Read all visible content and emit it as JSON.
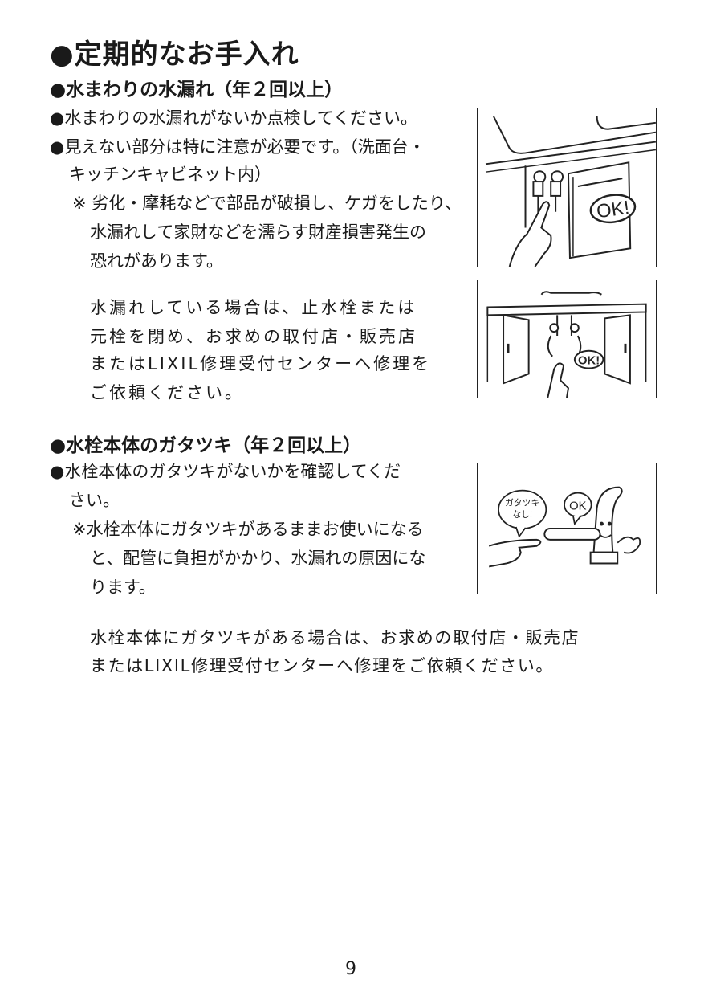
{
  "title": "●定期的なお手入れ",
  "section1": {
    "heading": "●水まわりの水漏れ（年２回以上）",
    "lines": [
      "●水まわりの水漏れがないか点検してください。",
      "●見えない部分は特に注意が必要です。（洗面台・",
      "キッチンキャビネット内）",
      "※ 劣化・摩耗などで部品が破損し、ケガをしたり、",
      "水漏れして家財などを濡らす財産損害発生の",
      "恐れがあります。"
    ],
    "note": [
      "水漏れしている場合は、止水栓または",
      "元栓を閉め、お求めの取付店・販売店",
      "またはLIXIL修理受付センターへ修理を",
      "ご依頼ください。"
    ],
    "fig1_label": "OK!",
    "fig2_label": "OK!"
  },
  "section2": {
    "heading": "●水栓本体のガタツキ（年２回以上）",
    "lines": [
      "●水栓本体のガタツキがないかを確認してくだ",
      "さい。",
      "※水栓本体にガタツキがあるままお使いになる",
      "と、配管に負担がかかり、水漏れの原因にな",
      "ります。"
    ],
    "note": [
      "水栓本体にガタツキがある場合は、お求めの取付店・販売店",
      "またはLIXIL修理受付センターへ修理をご依頼ください。"
    ],
    "fig3_bubble1_line1": "ガタツキ",
    "fig3_bubble1_line2": "なし!",
    "fig3_bubble2": "OK"
  },
  "page_number": "9"
}
